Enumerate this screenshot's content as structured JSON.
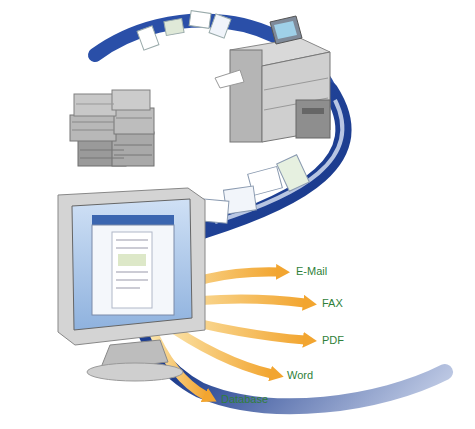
{
  "diagram": {
    "labels": [
      "E-Mail",
      "FAX",
      "PDF",
      "Word",
      "Database"
    ]
  }
}
